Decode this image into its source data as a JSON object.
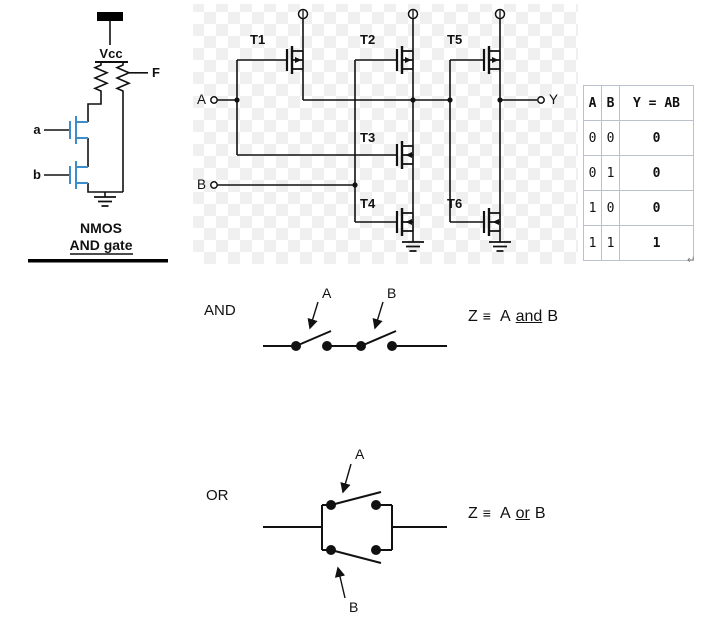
{
  "colors": {
    "transistor_blue": "#3c8dcc",
    "wire": "#111111",
    "checker_gray": "#f0f0f0",
    "table_border": "#b9c2cc"
  },
  "nmos_gate": {
    "vcc": "Vcc",
    "f_label": "F",
    "a_label": "a",
    "b_label": "b",
    "caption_line1": "NMOS",
    "caption_line2": "AND gate"
  },
  "cmos": {
    "t1": "T1",
    "t2": "T2",
    "t3": "T3",
    "t4": "T4",
    "t5": "T5",
    "t6": "T6",
    "input_a": "A",
    "input_b": "B",
    "output_y": "Y"
  },
  "truth_table": {
    "headers": [
      "A",
      "B",
      "Y = AB"
    ],
    "rows": [
      [
        "0",
        "0",
        "0"
      ],
      [
        "0",
        "1",
        "0"
      ],
      [
        "1",
        "0",
        "0"
      ],
      [
        "1",
        "1",
        "1"
      ]
    ],
    "footnote_mark": "↵"
  },
  "and_section": {
    "label": "AND",
    "switch_a": "A",
    "switch_b": "B",
    "eq": {
      "z": "Z",
      "equiv": "≡",
      "a": "A",
      "op": "and",
      "b": "B"
    }
  },
  "or_section": {
    "label": "OR",
    "switch_a": "A",
    "switch_b": "B",
    "eq": {
      "z": "Z",
      "equiv": "≡",
      "a": "A",
      "op": "or",
      "b": "B"
    }
  }
}
